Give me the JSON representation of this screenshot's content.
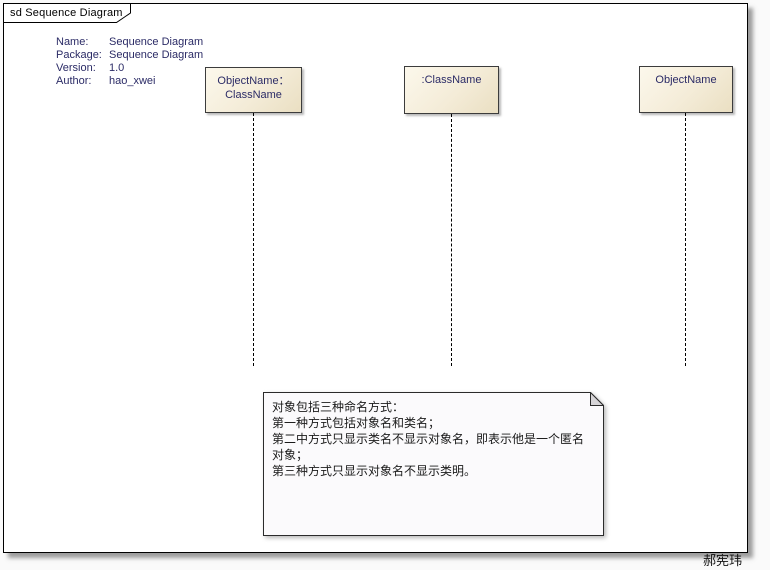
{
  "frame": {
    "label": "sd Sequence Diagram"
  },
  "metadata": {
    "rows": [
      {
        "label": "Name:",
        "value": "Sequence Diagram"
      },
      {
        "label": "Package:",
        "value": "Sequence Diagram"
      },
      {
        "label": "Version:",
        "value": "1.0"
      },
      {
        "label": "Author:",
        "value": "hao_xwei"
      }
    ]
  },
  "lifelines": [
    {
      "label": "ObjectName：\nClassName"
    },
    {
      "label": ":ClassName"
    },
    {
      "label": "ObjectName"
    }
  ],
  "note": {
    "text": "对象包括三种命名方式：\n第一种方式包括对象名和类名；\n第二中方式只显示类名不显示对象名，即表示他是一个匿名对象；\n第三种方式只显示对象名不显示类明。"
  },
  "signature": "郝宪玮",
  "colors": {
    "frame_bg": "#ffffff",
    "frame_border": "#000000",
    "head_fill_light": "#fcf8ec",
    "head_fill_dark": "#eadfc2",
    "head_border": "#3c3c3c",
    "text_navy": "#2b2b66",
    "note_fill": "#fbfafc",
    "note_fold": "#d7d5d8",
    "note_text": "#1a1a1a"
  }
}
